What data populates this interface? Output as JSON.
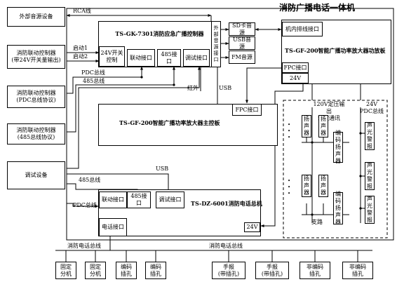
{
  "title": "消防广播电话一体机",
  "external": {
    "audio_device": "外部音源设备",
    "ctrl_switch": "消防联动控制器\n(带24V开关量输出)",
    "ctrl_pdc": "消防联动控制器\n(PDC总线协议)",
    "ctrl_485": "消防联动控制器\n(485总线协议)",
    "debug_device": "调试设备"
  },
  "controller": {
    "name": "TS-GK-7301消防应急广播控制器",
    "switch_ctrl": "24V开关\n控制",
    "link_port": "联动接口",
    "port_485": "485接口",
    "debug_port": "调试接口",
    "ext_audio_port": "外部\n音源\n接口",
    "sd_source": "SD卡音源",
    "usb_source": "USB音源",
    "fm_source": "FM音源"
  },
  "amp_board": {
    "name": "TS-GF-200智能广播功率放大器功放板",
    "bus_port": "机内排线接口",
    "fpc_port": "FPC接口",
    "v24": "24V"
  },
  "amp_main": {
    "name": "TS-GF-200智能广播功率放大器主控板",
    "fpc_port": "FPC接口"
  },
  "phone_host": {
    "name": "TS-DZ-6001消防电话总机",
    "link_port": "联动接口",
    "port_485": "485接口",
    "debug_port": "调试接口",
    "phone_port": "电话接口",
    "v24": "24V"
  },
  "field": {
    "speaker_line_label": "120V定压输出\n载波通讯",
    "alarm_bus_label": "24V\nPDC总线",
    "speaker": "扬\n声\n器",
    "coded_speaker": "编\n码\n扬\n声\n器",
    "strobe": "声\n光\n警\n报",
    "dots": "•\n•\n•",
    "branch": "支路"
  },
  "phones": {
    "fixed": "固定\n分机",
    "coded_jack": "编码\n插孔",
    "handset_jack": "手报\n(带插孔)",
    "nonc_jack": "非编码\n插孔"
  },
  "wires": {
    "rca": "RCA线",
    "start1": "启动1",
    "start2": "启动2",
    "pdc_bus": "PDC总线",
    "bus_485": "485总线",
    "infrared": "红外",
    "usb": "USB",
    "phone_bus": "消防电话总线"
  }
}
